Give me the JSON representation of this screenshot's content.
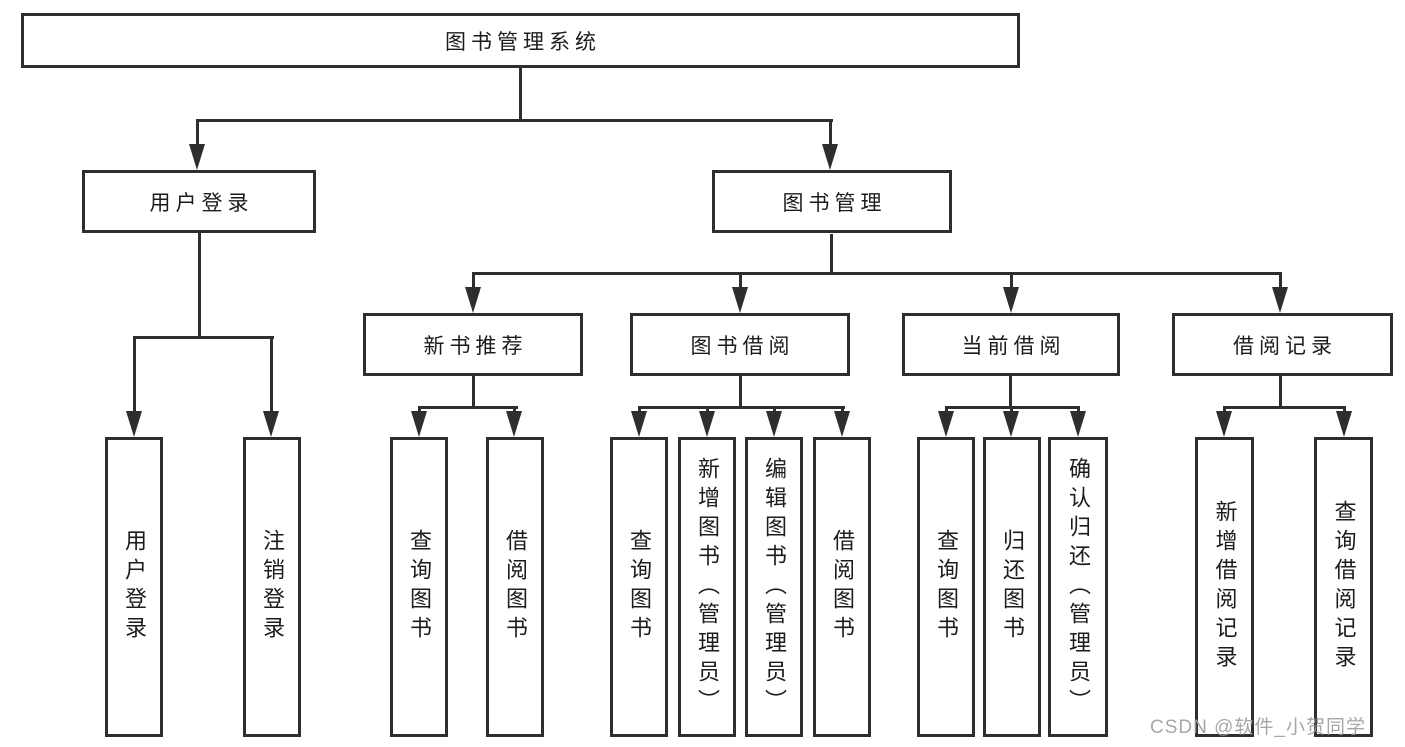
{
  "diagram_type": "hierarchy-tree",
  "colors": {
    "line": "#2e2e2e",
    "text": "#1c1c1c",
    "background": "#ffffff",
    "watermark": "#9e9e9e"
  },
  "watermark": "CSDN @软件_小贺同学",
  "tree": {
    "label": "图书管理系统",
    "children": [
      {
        "label": "用户登录",
        "children": [
          {
            "label": "用户登录"
          },
          {
            "label": "注销登录"
          }
        ]
      },
      {
        "label": "图书管理",
        "children": [
          {
            "label": "新书推荐",
            "children": [
              {
                "label": "查询图书"
              },
              {
                "label": "借阅图书"
              }
            ]
          },
          {
            "label": "图书借阅",
            "children": [
              {
                "label": "查询图书"
              },
              {
                "label": "新增图书（管理员）"
              },
              {
                "label": "编辑图书（管理员）"
              },
              {
                "label": "借阅图书"
              }
            ]
          },
          {
            "label": "当前借阅",
            "children": [
              {
                "label": "查询图书"
              },
              {
                "label": "归还图书"
              },
              {
                "label": "确认归还（管理员）"
              }
            ]
          },
          {
            "label": "借阅记录",
            "children": [
              {
                "label": "新增借阅记录"
              },
              {
                "label": "查询借阅记录"
              }
            ]
          }
        ]
      }
    ]
  }
}
